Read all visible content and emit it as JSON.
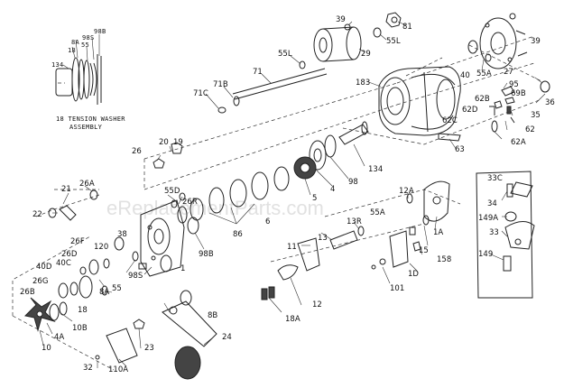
{
  "watermark": "eReplacementParts.com",
  "inset": {
    "caption_line1": "18 TENSION WASHER",
    "caption_line2": "ASSEMBLY",
    "labels": [
      "98B",
      "8A",
      "98S",
      "55",
      "18",
      "134"
    ]
  },
  "labels": [
    "39",
    "81",
    "55L",
    "29",
    "55L",
    "71",
    "71B",
    "71C",
    "183",
    "40",
    "55A",
    "27",
    "39",
    "95",
    "36",
    "69B",
    "62B",
    "62D",
    "35",
    "62",
    "62C",
    "62A",
    "63",
    "134",
    "98",
    "4",
    "5",
    "6",
    "86",
    "19",
    "20",
    "26",
    "55D",
    "26R",
    "21",
    "26A",
    "22",
    "98B",
    "38",
    "26F",
    "26D",
    "120",
    "40D",
    "40C",
    "26G",
    "26B",
    "18",
    "8A",
    "55",
    "98S",
    "1",
    "10B",
    "4A",
    "10",
    "12A",
    "55A",
    "1A",
    "13R",
    "13",
    "11",
    "15",
    "158",
    "1D",
    "101",
    "12",
    "18A",
    "8B",
    "24",
    "23",
    "110A",
    "32",
    "33C",
    "34",
    "149A",
    "33",
    "149"
  ]
}
